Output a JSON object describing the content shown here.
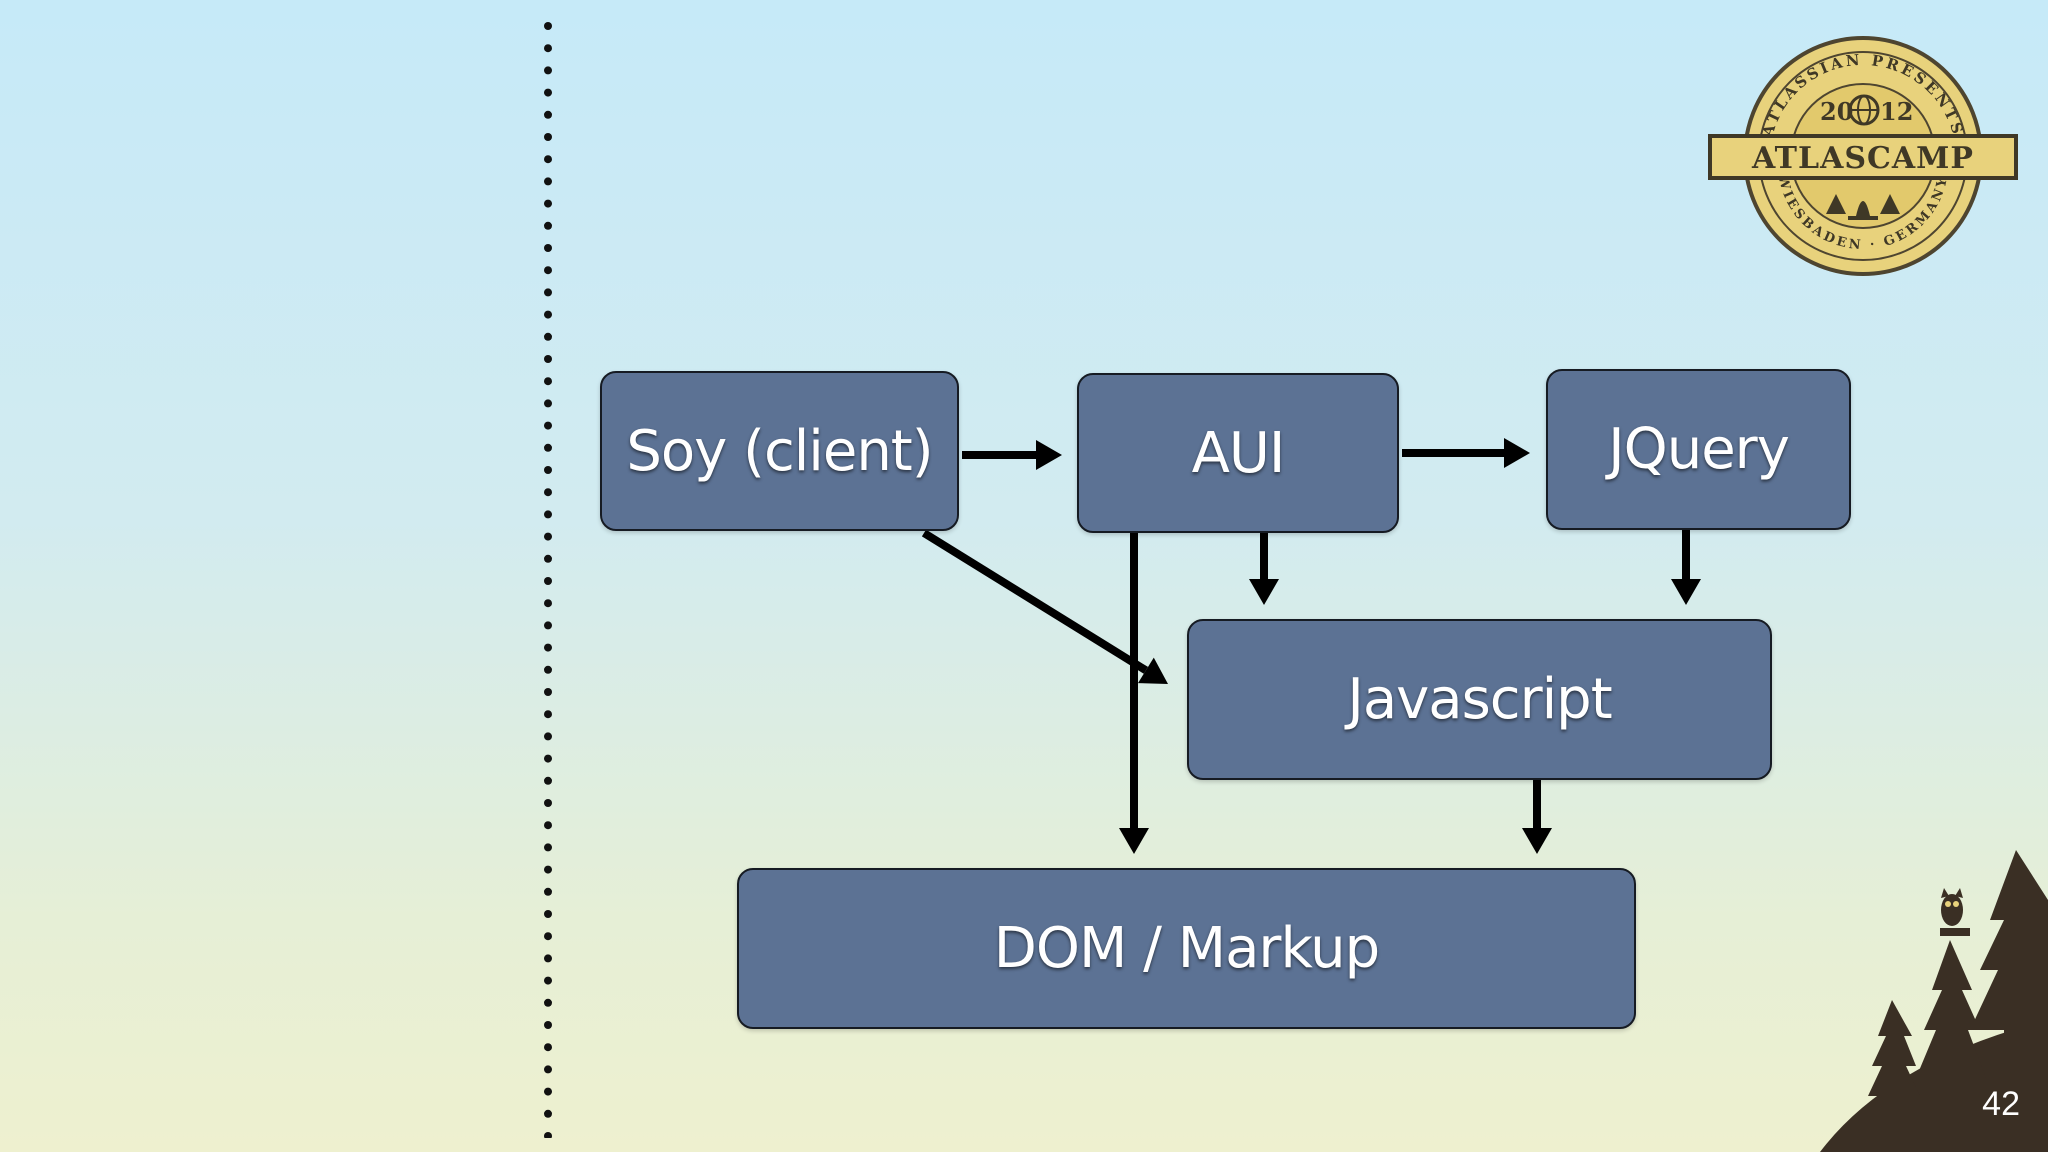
{
  "slide": {
    "page_number": "42",
    "logo": {
      "top_arc": "ATLASSIAN PRESENTS",
      "year_left": "20",
      "year_right": "12",
      "banner": "ATLASCAMP",
      "bottom_arc": "WIESBADEN · GERMANY"
    }
  },
  "diagram": {
    "nodes": {
      "soy": "Soy (client)",
      "aui": "AUI",
      "jquery": "JQuery",
      "javascript": "Javascript",
      "dom": "DOM / Markup"
    },
    "edges": [
      {
        "from": "soy",
        "to": "aui"
      },
      {
        "from": "aui",
        "to": "jquery"
      },
      {
        "from": "soy",
        "to": "javascript"
      },
      {
        "from": "aui",
        "to": "javascript"
      },
      {
        "from": "jquery",
        "to": "javascript"
      },
      {
        "from": "aui",
        "to": "dom"
      },
      {
        "from": "javascript",
        "to": "dom"
      }
    ],
    "colors": {
      "box_fill": "#5c7294",
      "box_border": "#161b23",
      "arrow": "#000000",
      "text": "#ffffff"
    }
  }
}
